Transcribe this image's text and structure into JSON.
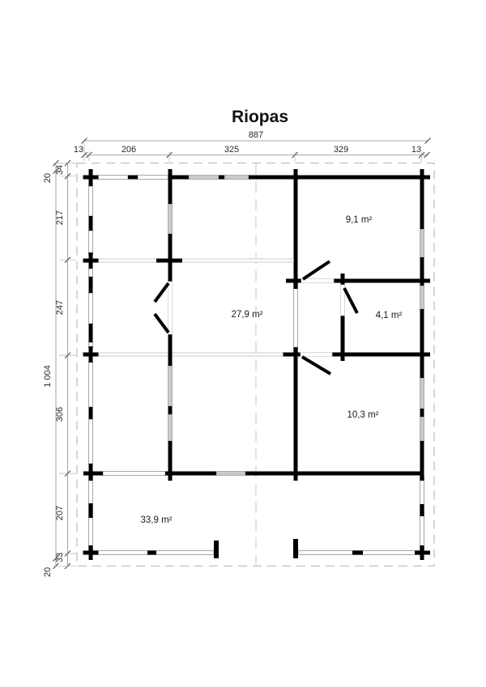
{
  "title": "Riopas",
  "dims": {
    "top_total": "887",
    "top_segments": [
      "13",
      "206",
      "325",
      "329",
      "13"
    ],
    "left_overhang_top": "20",
    "left_total": "1 004",
    "left_overhang_bottom": "20",
    "left_segments": [
      "34",
      "217",
      "247",
      "306",
      "207",
      "33"
    ]
  },
  "rooms": {
    "room_top_right": "9,1 m²",
    "room_living": "27,9 m²",
    "room_small": "4,1 m²",
    "room_bottom_right": "10,3 m²",
    "terrace": "33,9 m²"
  }
}
